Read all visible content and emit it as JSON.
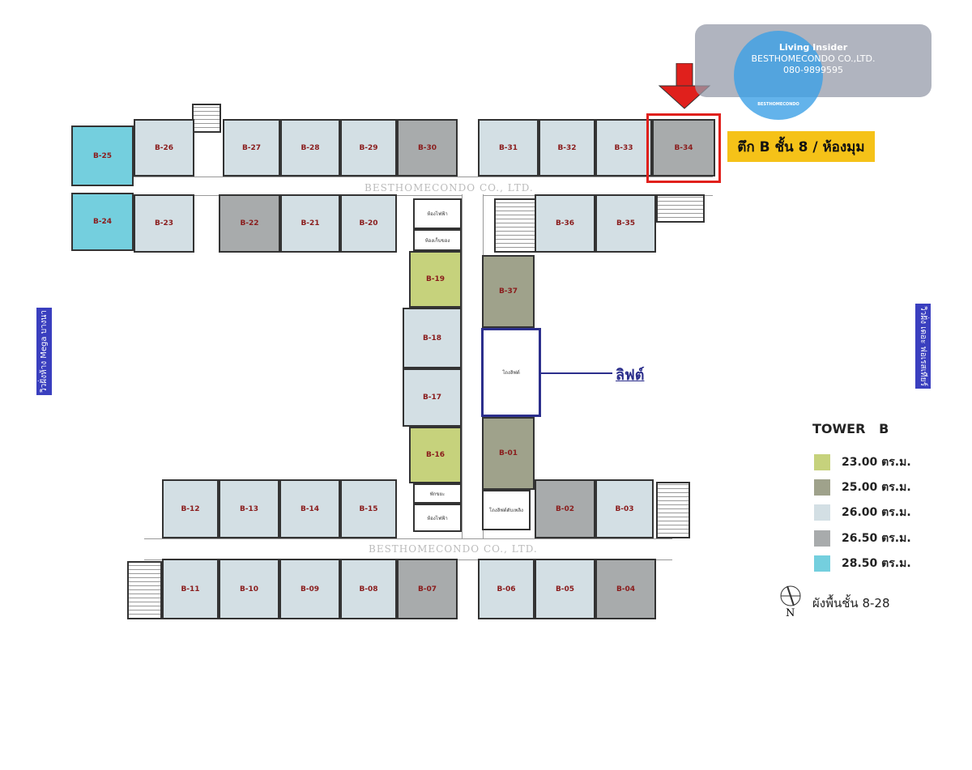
{
  "watermark": {
    "brand": "Living Insider",
    "company": "BESTHOMECONDO CO.,LTD.",
    "phone": "080-9899595",
    "logo_text": "BESTHOMECONDO",
    "corridor_text": "BESTHOMECONDO CO., LTD."
  },
  "callout": {
    "label": "ตึก B ชั้น 8 / ห้องมุม",
    "lift_label": "ลิฟต์"
  },
  "side_labels": {
    "left": "วิวฝั่งห้าง Mega บางนา",
    "right": "วิวฝั่ง เดอะ ฟอเรสเทียร์"
  },
  "units": {
    "b01": "B-01",
    "b02": "B-02",
    "b03": "B-03",
    "b04": "B-04",
    "b05": "B-05",
    "b06": "B-06",
    "b07": "B-07",
    "b08": "B-08",
    "b09": "B-09",
    "b10": "B-10",
    "b11": "B-11",
    "b12": "B-12",
    "b13": "B-13",
    "b14": "B-14",
    "b15": "B-15",
    "b16": "B-16",
    "b17": "B-17",
    "b18": "B-18",
    "b19": "B-19",
    "b20": "B-20",
    "b21": "B-21",
    "b22": "B-22",
    "b23": "B-23",
    "b24": "B-24",
    "b25": "B-25",
    "b26": "B-26",
    "b27": "B-27",
    "b28": "B-28",
    "b29": "B-29",
    "b30": "B-30",
    "b31": "B-31",
    "b32": "B-32",
    "b33": "B-33",
    "b34": "B-34",
    "b35": "B-35",
    "b36": "B-36",
    "b37": "B-37"
  },
  "service": {
    "electric": "ห้องไฟฟ้า",
    "storage": "ห้องเก็บของ",
    "garbage": "พักขยะ",
    "lift_lobby": "โถงลิฟต์",
    "fire_lift": "โถงลิฟต์ดับเพลิง"
  },
  "legend": {
    "title": "TOWER   B",
    "items": [
      {
        "label": "23.00 ตร.ม.",
        "color": "#c6d27c"
      },
      {
        "label": "25.00 ตร.ม.",
        "color": "#9fa28b"
      },
      {
        "label": "26.00 ตร.ม.",
        "color": "#d3dfe4"
      },
      {
        "label": "26.50 ตร.ม.",
        "color": "#a8abac"
      },
      {
        "label": "28.50 ตร.ม.",
        "color": "#74cfde"
      }
    ],
    "north": "N",
    "floors": "ผังพื้นชั้น 8-28"
  }
}
